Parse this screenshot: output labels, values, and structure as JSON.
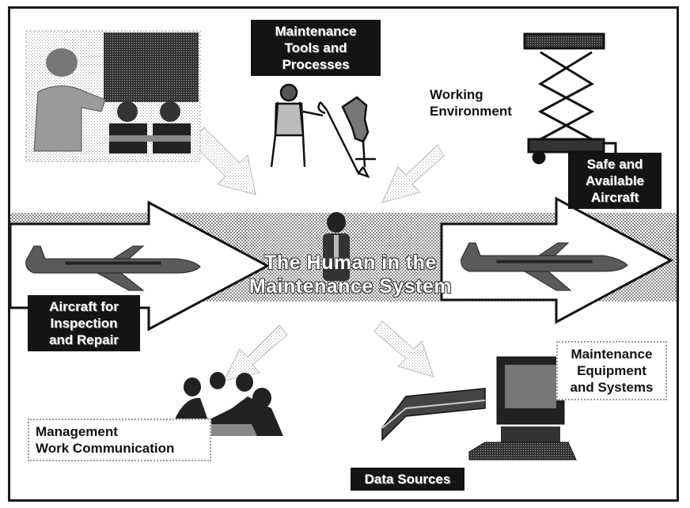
{
  "title": [
    "The Human in the",
    "Maintenance System"
  ],
  "labels": {
    "maintenance_tools": [
      "Maintenance",
      "Tools and",
      "Processes"
    ],
    "working_environment": [
      "Working",
      "Environment"
    ],
    "safe_aircraft": [
      "Safe and",
      "Available",
      "Aircraft"
    ],
    "aircraft_inspection": [
      "Aircraft for",
      "Inspection",
      "and Repair"
    ],
    "maintenance_equipment": [
      "Maintenance",
      "Equipment",
      "and Systems"
    ],
    "management": [
      "Management",
      "Work Communication"
    ],
    "data_sources": [
      "Data Sources"
    ]
  },
  "colors": {
    "dark_box": "#141414",
    "band": "#8c8c8c",
    "arrow_fill": "#ffffff"
  }
}
